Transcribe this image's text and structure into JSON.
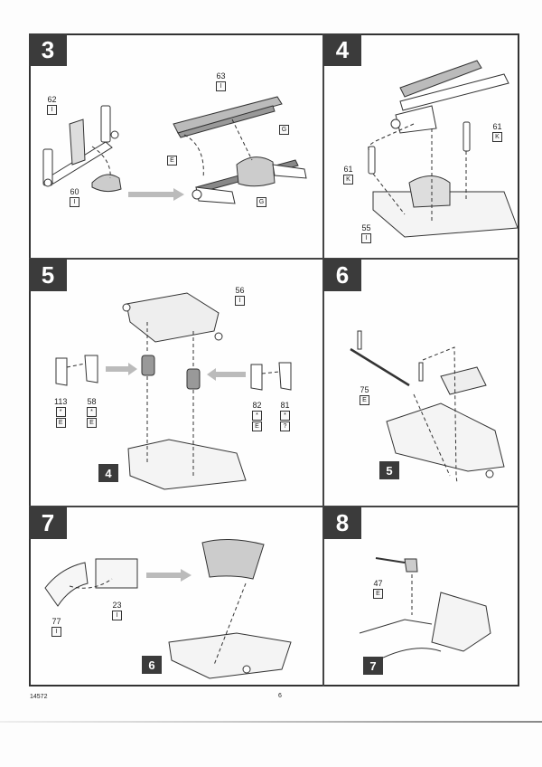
{
  "document": {
    "type": "model kit assembly instructions",
    "footer": {
      "kit_number": "14572",
      "page_number": "6"
    }
  },
  "steps": [
    {
      "number": "3",
      "parts": [
        {
          "part": "62",
          "sprue": "I"
        },
        {
          "part": "60",
          "sprue": "I"
        },
        {
          "part": "63",
          "sprue": "I"
        },
        {
          "part": "",
          "sprue": "E"
        },
        {
          "part": "",
          "sprue": "G"
        },
        {
          "part": "",
          "sprue": "G"
        }
      ]
    },
    {
      "number": "4",
      "parts": [
        {
          "part": "61",
          "sprue": "K"
        },
        {
          "part": "61",
          "sprue": "K"
        },
        {
          "part": "55",
          "sprue": "I"
        }
      ]
    },
    {
      "number": "5",
      "previous_step_ref": "4",
      "parts": [
        {
          "part": "56",
          "sprue": "I"
        },
        {
          "part": "113",
          "mark": "*",
          "sprue": "E"
        },
        {
          "part": "58",
          "mark": "*",
          "sprue": "E"
        },
        {
          "part": "82",
          "mark": "*",
          "sprue": "E"
        },
        {
          "part": "81",
          "mark": "*",
          "sprue": "?"
        }
      ]
    },
    {
      "number": "6",
      "previous_step_ref": "5",
      "parts": [
        {
          "part": "75",
          "sprue": "E"
        }
      ]
    },
    {
      "number": "7",
      "previous_step_ref": "6",
      "parts": [
        {
          "part": "77",
          "sprue": "I"
        },
        {
          "part": "23",
          "sprue": "I"
        }
      ]
    },
    {
      "number": "8",
      "previous_step_ref": "7",
      "parts": [
        {
          "part": "47",
          "sprue": "E"
        }
      ]
    }
  ]
}
